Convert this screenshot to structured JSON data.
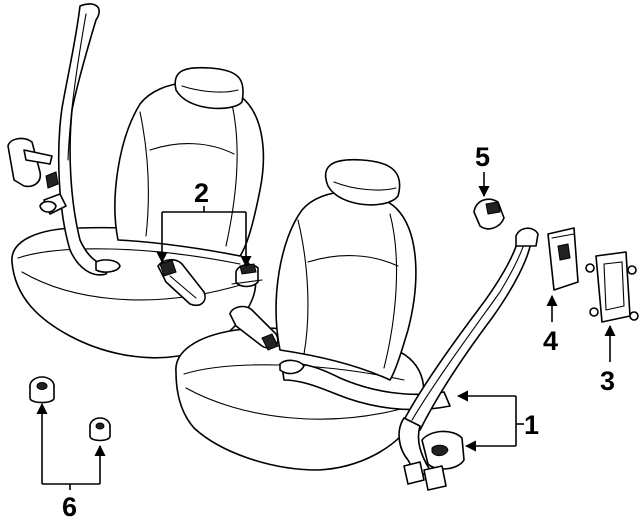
{
  "diagram": {
    "labels": [
      {
        "id": "callout-1",
        "text": "1"
      },
      {
        "id": "callout-2",
        "text": "2"
      },
      {
        "id": "callout-3",
        "text": "3"
      },
      {
        "id": "callout-4",
        "text": "4"
      },
      {
        "id": "callout-5",
        "text": "5"
      },
      {
        "id": "callout-6",
        "text": "6"
      }
    ]
  }
}
